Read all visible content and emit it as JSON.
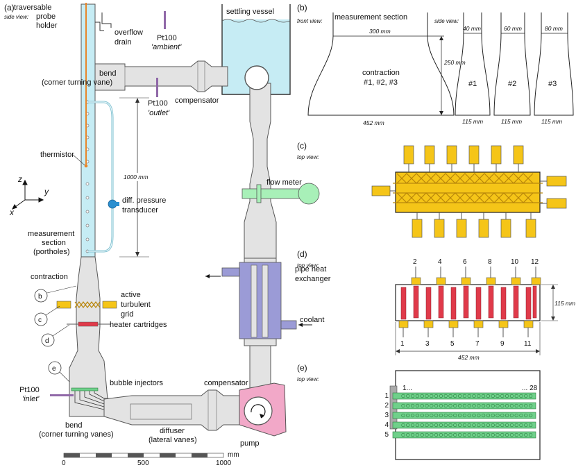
{
  "panels": {
    "a": {
      "letter": "(a)",
      "view": "side view:",
      "traversable_probe_holder": [
        "traversable",
        "probe",
        "holder"
      ],
      "overflow_drain": [
        "overflow",
        "drain"
      ],
      "pt100_ambient": [
        "Pt100",
        "'ambient'"
      ],
      "settling_vessel": "settling vessel",
      "bend_top": [
        "bend",
        "(corner turning vane)"
      ],
      "pt100_outlet": [
        "Pt100",
        "'outlet'"
      ],
      "compensator_top": "compensator",
      "thermistor": "thermistor",
      "dim_1000": "1000 mm",
      "axis_z": "z",
      "axis_y": "y",
      "axis_x": "x",
      "flow_meter": "flow meter",
      "dp_transducer": [
        "diff. pressure",
        "transducer"
      ],
      "measurement_section": [
        "measurement",
        "section",
        "(portholes)"
      ],
      "pipe_heat_exchanger": [
        "pipe heat",
        "exchanger"
      ],
      "contraction": "contraction",
      "callout_b": "b",
      "callout_c": "c",
      "callout_d": "d",
      "callout_e": "e",
      "active_grid": [
        "active",
        "turbulent",
        "grid"
      ],
      "coolant": "coolant",
      "heater_cartridges": "heater cartridges",
      "bubble_injectors": "bubble injectors",
      "pt100_inlet": [
        "Pt100",
        "'inlet'"
      ],
      "compensator_bottom": "compensator",
      "bend_bottom": [
        "bend",
        "(corner turning vanes)"
      ],
      "diffuser": [
        "diffuser",
        "(lateral vanes)"
      ],
      "pump": "pump",
      "scale_ticks": [
        "0",
        "500",
        "1000"
      ],
      "scale_unit": "mm"
    },
    "b": {
      "letter": "(b)",
      "front_view": "front view:",
      "side_view": "side view:",
      "measurement_section": "measurement section",
      "dim_300": "300 mm",
      "dim_250": "250 mm",
      "dim_452": "452 mm",
      "contraction": [
        "contraction",
        "#1, #2, #3"
      ],
      "side_widths": [
        "40 mm",
        "60 mm",
        "80 mm"
      ],
      "side_ids": [
        "#1",
        "#2",
        "#3"
      ],
      "side_depths": [
        "115 mm",
        "115 mm",
        "115 mm"
      ]
    },
    "c": {
      "letter": "(c)",
      "view": "top view:"
    },
    "d": {
      "letter": "(d)",
      "view": "top view:",
      "top_numbers": [
        "2",
        "4",
        "6",
        "8",
        "10",
        "12"
      ],
      "bottom_numbers": [
        "1",
        "3",
        "5",
        "7",
        "9",
        "11"
      ],
      "dim_115": "115 mm",
      "dim_452": "452 mm"
    },
    "e": {
      "letter": "(e)",
      "view": "top view:",
      "first": "1...",
      "last": "... 28",
      "rows": [
        "1",
        "2",
        "3",
        "4",
        "5"
      ]
    }
  },
  "colors": {
    "pipe_fill": "#e3e3e3",
    "water": "#c6ecf4",
    "orange": "#e8862a",
    "yellow": "#f5c518",
    "red": "#e03a4a",
    "green": "#6fd08a",
    "purple": "#9b9bd6",
    "pink": "#f2a8c8",
    "flowmeter": "#a8f0b8"
  }
}
